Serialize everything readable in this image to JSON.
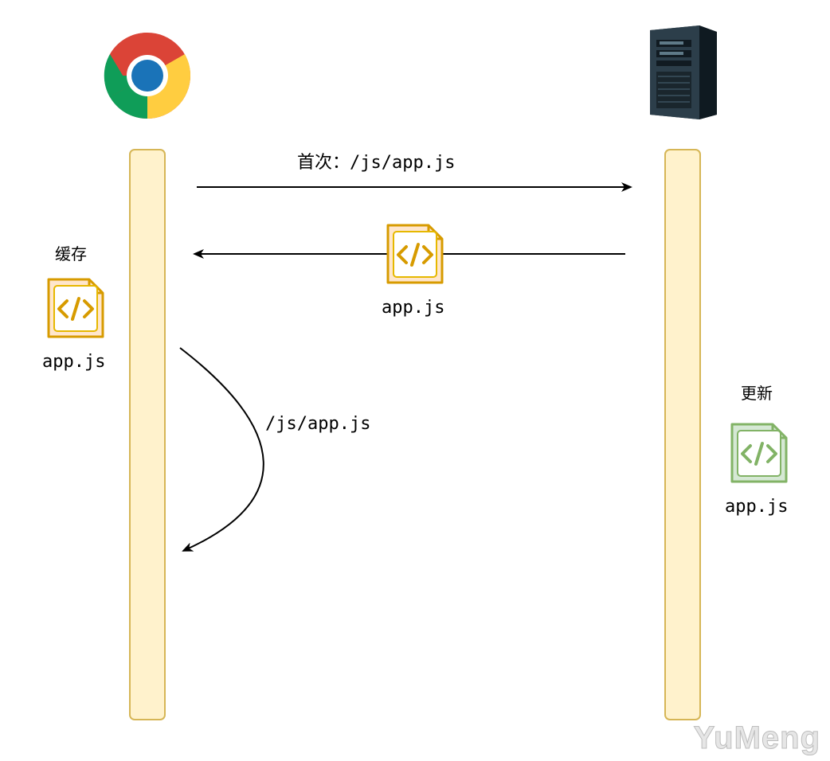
{
  "browser": {
    "icon": "chrome-icon"
  },
  "server": {
    "icon": "server-tower-icon"
  },
  "messages": {
    "request_first": "首次：/js/app.js",
    "response_file": "app.js",
    "cached_request": "/js/app.js"
  },
  "client_side": {
    "cache_title": "缓存",
    "cache_file": "app.js",
    "cache_file_icon": "code-file-icon"
  },
  "server_side": {
    "update_title": "更新",
    "update_file": "app.js",
    "update_file_icon": "code-file-icon"
  },
  "watermark": "YuMeng",
  "colors": {
    "lifeline_fill": "#fff2cc",
    "lifeline_border": "#d6b656",
    "cached_file_stroke": "#d79b00",
    "updated_file_stroke": "#82b366"
  }
}
